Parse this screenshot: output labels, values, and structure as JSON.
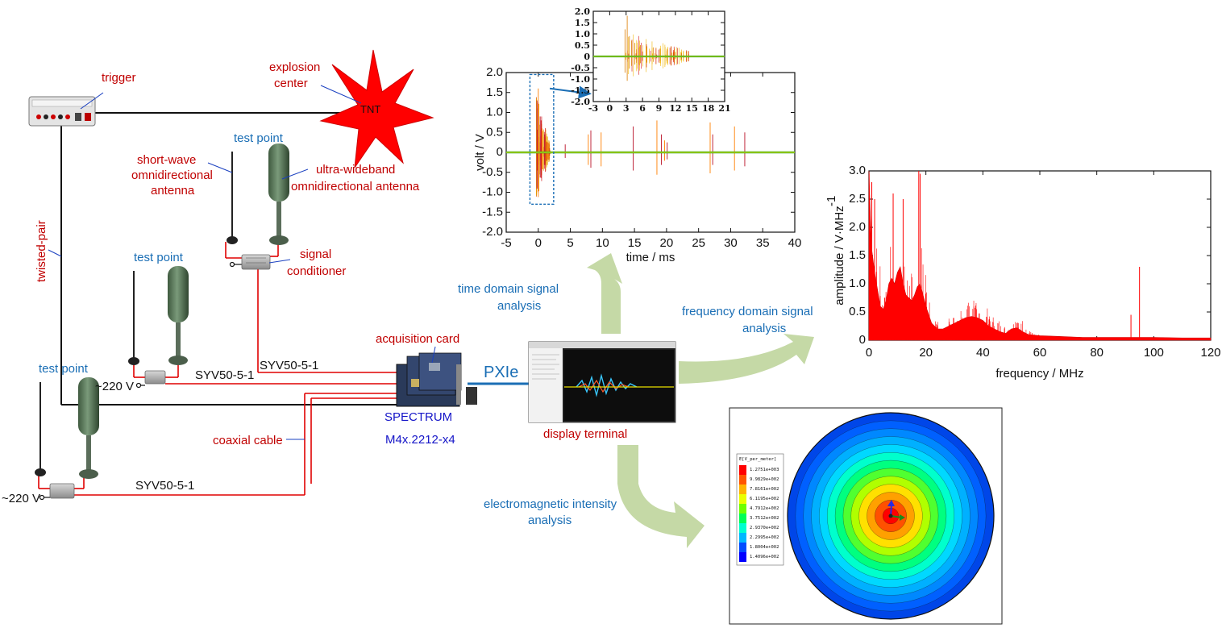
{
  "labels": {
    "trigger": "trigger",
    "explosion_center_line1": "explosion",
    "explosion_center_line2": "center",
    "tnt": "TNT",
    "test_point": "test point",
    "short_wave_line1": "short-wave",
    "short_wave_line2": "omnidirectional",
    "short_wave_line3": "antenna",
    "uwb_line1": "ultra-wideband",
    "uwb_line2": "omnidirectional antenna",
    "signal_conditioner_line1": "signal",
    "signal_conditioner_line2": "conditioner",
    "twisted_pair": "twisted-pair",
    "cable_syv": "SYV50-5-1",
    "voltage": "~220 V",
    "coaxial_cable": "coaxial cable",
    "acquisition_card": "acquisition card",
    "spectrum": "SPECTRUM",
    "card_model": "M4x.2212-x4",
    "pxie": "PXIe",
    "display_terminal": "display terminal",
    "time_domain_line1": "time domain signal",
    "time_domain_line2": "analysis",
    "freq_domain_line1": "frequency domain signal",
    "freq_domain_line2": "analysis",
    "em_line1": "electromagnetic intensity",
    "em_line2": "analysis"
  },
  "colors": {
    "label_red": "#c00000",
    "label_blue": "#1a6eb5",
    "spectrum_blue": "#1515c8",
    "cable_red": "#e00000",
    "arrow_green": "#c5d9a6",
    "spectrum_fill": "#ff0000"
  },
  "icons": {
    "trigger_box": "trigger-box-icon",
    "explosion": "starburst-icon",
    "antenna_rod": "whip-antenna-icon",
    "antenna_cylinder": "cylinder-antenna-icon",
    "conditioner": "signal-conditioner-icon",
    "card": "acquisition-card-icon",
    "monitor": "display-terminal-icon"
  },
  "chart_data": [
    {
      "type": "line",
      "title": "",
      "xlabel": "time / ms",
      "ylabel": "volt / V",
      "xlim": [
        -5,
        40
      ],
      "ylim": [
        -2.0,
        2.0
      ],
      "xticks": [
        "-5",
        "0",
        "5",
        "10",
        "15",
        "20",
        "25",
        "30",
        "35",
        "40"
      ],
      "yticks": [
        "-2.0",
        "-1.5",
        "-1.0",
        "-0.5",
        "0",
        "0.5",
        "1.0",
        "1.5",
        "2.0"
      ],
      "series": [
        {
          "values_description_free": true,
          "x": [
            -0.2,
            0,
            0.3,
            0.6,
            1,
            1.5,
            4.2,
            7.8,
            8.2,
            9.8,
            14.8,
            18.5,
            19.2,
            19.7,
            20.1,
            26.8,
            27.2,
            30.6,
            32.2
          ],
          "y": [
            1.3,
            1.6,
            0.9,
            0.6,
            0.45,
            0.25,
            0.2,
            0.45,
            0.55,
            0.5,
            0.65,
            0.8,
            0.45,
            0.3,
            0.25,
            0.75,
            0.45,
            0.65,
            0.5
          ]
        }
      ]
    },
    {
      "type": "line",
      "title": "",
      "xlabel": "",
      "ylabel": "",
      "xlim": [
        -3,
        21
      ],
      "ylim": [
        -2.0,
        2.0
      ],
      "xticks": [
        "-3",
        "0",
        "3",
        "6",
        "9",
        "12",
        "15",
        "18",
        "21"
      ],
      "yticks": [
        "-2.0",
        "-1.5",
        "-1.0",
        "-0.5",
        "0",
        "0.5",
        "1.0",
        "1.5",
        "2.0"
      ],
      "series": [
        {
          "x": [
            2.8,
            3.2,
            3.6,
            4.0,
            4.6,
            5.6,
            6.8,
            8.0,
            9.2,
            10.5,
            12,
            14
          ],
          "y": [
            1.2,
            1.8,
            0.9,
            0.7,
            0.6,
            0.5,
            0.45,
            0.4,
            0.35,
            0.3,
            0.2,
            0.15
          ]
        }
      ]
    },
    {
      "type": "area",
      "title": "",
      "xlabel": "frequency / MHz",
      "ylabel": "amplitude / V·MHz",
      "ylabel_sup": "-1",
      "xlim": [
        0,
        120
      ],
      "ylim": [
        0,
        3.0
      ],
      "xticks": [
        "0",
        "20",
        "40",
        "60",
        "80",
        "100",
        "120"
      ],
      "yticks": [
        "0",
        "0.5",
        "1.0",
        "1.5",
        "2.0",
        "2.5",
        "3.0"
      ],
      "x": [
        0,
        0.5,
        1,
        2,
        3,
        4,
        5,
        6,
        7,
        8,
        9,
        10,
        11,
        12,
        13,
        14,
        15,
        16,
        17,
        18,
        19,
        20,
        22,
        24,
        26,
        28,
        30,
        32,
        34,
        36,
        38,
        40,
        42,
        44,
        46,
        48,
        50,
        52,
        54,
        56,
        60,
        65,
        70,
        75,
        80,
        85,
        90,
        95,
        100,
        110,
        120
      ],
      "values": [
        3.0,
        2.2,
        1.6,
        1.2,
        0.9,
        0.6,
        0.55,
        0.7,
        1.0,
        1.1,
        1.0,
        1.2,
        1.3,
        1.0,
        0.8,
        0.75,
        0.7,
        0.8,
        0.95,
        1.0,
        0.8,
        0.6,
        0.3,
        0.2,
        0.2,
        0.25,
        0.3,
        0.35,
        0.4,
        0.42,
        0.4,
        0.35,
        0.25,
        0.2,
        0.15,
        0.12,
        0.2,
        0.22,
        0.15,
        0.1,
        0.08,
        0.07,
        0.06,
        0.05,
        0.05,
        0.05,
        0.05,
        0.05,
        0.05,
        0.04,
        0.04
      ],
      "spikes": {
        "x": [
          1,
          2,
          8.5,
          12,
          17.5,
          18,
          92,
          95
        ],
        "y": [
          2.8,
          2.5,
          2.6,
          2.5,
          3.0,
          2.95,
          0.45,
          1.3
        ]
      }
    },
    {
      "type": "heatmap",
      "title": "",
      "colorbar_title": "E[V_per_meter]",
      "colorbar_levels": [
        "1.2751e+003",
        "9.9829e+002",
        "7.8161e+002",
        "6.1195e+002",
        "4.7912e+002",
        "3.7512e+002",
        "2.9370e+002",
        "2.2995e+002",
        "1.8004e+002",
        "1.4096e+002"
      ],
      "colorbar_colors": [
        "#ff0000",
        "#ff5500",
        "#ffb300",
        "#eaff00",
        "#6eff00",
        "#00ff55",
        "#00ffd0",
        "#00b8ff",
        "#004cff",
        "#0000ff"
      ]
    }
  ]
}
